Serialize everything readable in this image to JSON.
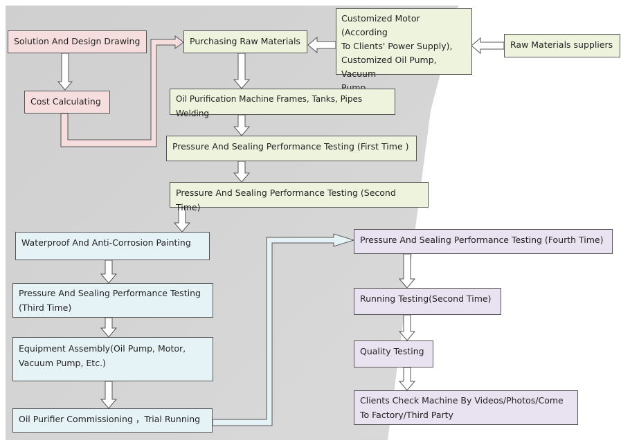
{
  "colors": {
    "background_panel": "#d4d4d4",
    "planning_fill": "#f7dede",
    "fabrication_fill": "#eef3de",
    "finishing_fill": "#e6f3f6",
    "final_testing_fill": "#e8e2f1",
    "border": "#555555"
  },
  "steps": {
    "design": "Solution And Design Drawing",
    "cost": "Cost Calculating",
    "purchasing": "Purchasing Raw Materials",
    "components": "Customized Motor (According\nTo Clients' Power Supply),\nCustomized Oil Pump, Vacuum\nPump",
    "suppliers": "Raw Materials suppliers",
    "welding": "Oil Purification Machine Frames, Tanks, Pipes Welding",
    "test1": "Pressure And Sealing Performance Testing  (First Time )",
    "test2": "Pressure And Sealing Performance Testing  (Second Time)",
    "painting": "Waterproof And Anti-Corrosion Painting",
    "test3": "Pressure And Sealing Performance Testing\n(Third Time)",
    "assembly": "Equipment Assembly(Oil Pump, Motor,\nVacuum Pump, Etc.)",
    "commissioning": "Oil Purifier Commissioning ，Trial Running",
    "test4": "Pressure And Sealing Performance Testing  (Fourth Time)",
    "running2": "Running Testing(Second  Time)",
    "quality": "Quality Testing",
    "clients": "Clients Check Machine By Videos/Photos/Come\nTo Factory/Third Party"
  }
}
